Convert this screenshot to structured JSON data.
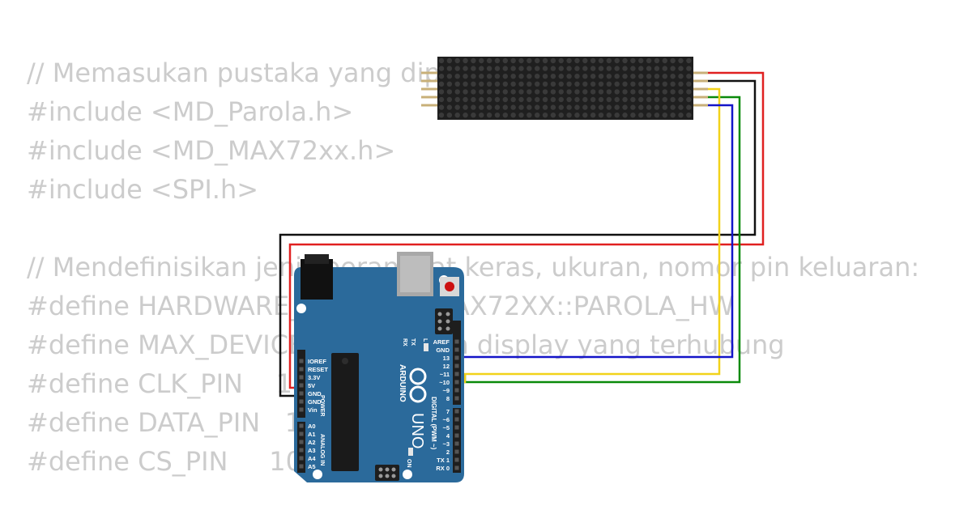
{
  "code_lines": [
    "// Memasukan pustaka yang diperlukan:",
    "#include <MD_Parola.h>",
    "#include <MD_MAX72xx.h>",
    "#include <SPI.h>",
    "",
    "// Mendefinisikan jenis perangkat keras, ukuran, nomor pin keluaran:",
    "#define HARDWARE_TYPE MD_MAX72XX::PAROLA_HW",
    "#define MAX_DEVICES 4 // Jumlah display yang terhubung",
    "#define CLK_PIN    13 // SCK",
    "#define DATA_PIN   11 // MOSI",
    "#define CS_PIN     10 // SS"
  ],
  "board": {
    "brand": "ARDUINO",
    "model": "UNO",
    "power_label": "POWER",
    "analog_label": "ANALOG IN",
    "digital_label": "DIGITAL (PWM ~)",
    "on_label": "ON",
    "power_pins": [
      "IOREF",
      "RESET",
      "3.3V",
      "5V",
      "GND",
      "GND",
      "Vin"
    ],
    "analog_pins": [
      "A0",
      "A1",
      "A2",
      "A3",
      "A4",
      "A5"
    ],
    "digital_top_pins": [
      "AREF",
      "GND",
      "13",
      "12",
      "~11",
      "~10",
      "~9",
      "8"
    ],
    "digital_bottom_pins": [
      "7",
      "~6",
      "~5",
      "4",
      "~3",
      "2",
      "TX 1",
      "RX 0"
    ],
    "led_labels": [
      "TX",
      "RX",
      "L"
    ]
  },
  "wire_colors": {
    "vcc": "#e02020",
    "gnd": "#111111",
    "din": "#0a8a0a",
    "cs": "#f2d21a",
    "clk": "#1414c8"
  },
  "colors": {
    "board": "#2b6a9b",
    "matrix": "#222222",
    "header": "#1e1e1e"
  }
}
